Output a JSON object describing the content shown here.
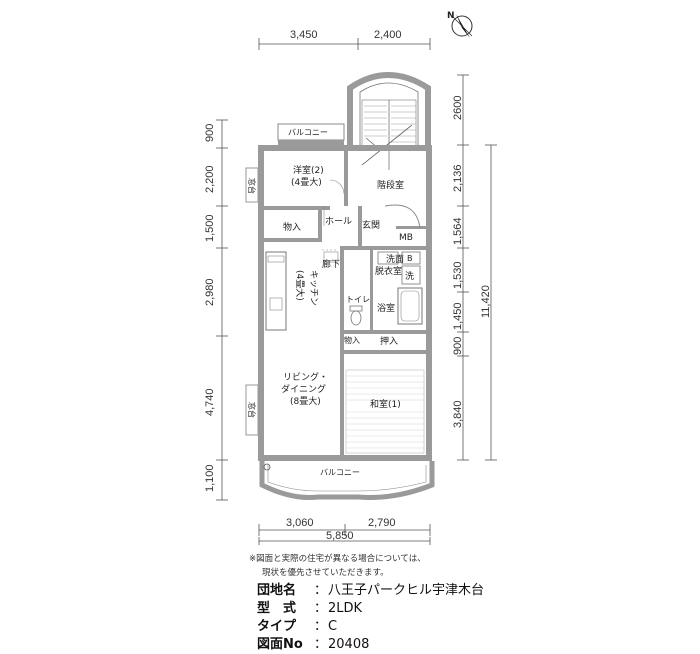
{
  "dimensions": {
    "top": [
      "3,450",
      "2,400"
    ],
    "bottom": [
      "3,060",
      "2,790"
    ],
    "bottom_total": "5,850",
    "left": [
      "900",
      "2,200",
      "1,500",
      "2,980",
      "4,740",
      "1,100"
    ],
    "right_inner": [
      "2600",
      "2,136",
      "1,564",
      "1,530",
      "1,450",
      "900",
      "3,840"
    ],
    "right_total": "11,420"
  },
  "rooms": {
    "balcony_north": "バルコニー",
    "western_room": "洋室(2)",
    "western_room_size": "(4畳大)",
    "storage_1": "物入",
    "hall": "ホール",
    "stair_hall": "階段室",
    "entrance": "玄関",
    "mb": "MB",
    "corridor": "廊下",
    "kitchen": "キッチン",
    "kitchen_size": "(4畳大)",
    "dressing_1": "洗面",
    "dressing_2": "脱衣室",
    "washer_b": "B",
    "washer": "洗",
    "toilet": "トイレ",
    "bath": "浴室",
    "storage_2": "物入",
    "closet": "押入",
    "living_1": "リビング・",
    "living_2": "ダイニング",
    "living_size": "(8畳大)",
    "japanese_room": "和室(1)",
    "balcony_south": "バルコニー",
    "window_left_1": "窓台",
    "window_left_2": "窓台"
  },
  "compass": {
    "label": "N"
  },
  "note": {
    "line1": "※図面と実際の住宅が異なる場合については、",
    "line2": "現状を優先させていただきます。"
  },
  "info": [
    {
      "label": "団地名",
      "value": "八王子パークヒル宇津木台"
    },
    {
      "label": "型　式",
      "value": "2LDK"
    },
    {
      "label": "タイプ",
      "value": "C"
    },
    {
      "label": "図面No",
      "value": "20408"
    }
  ]
}
